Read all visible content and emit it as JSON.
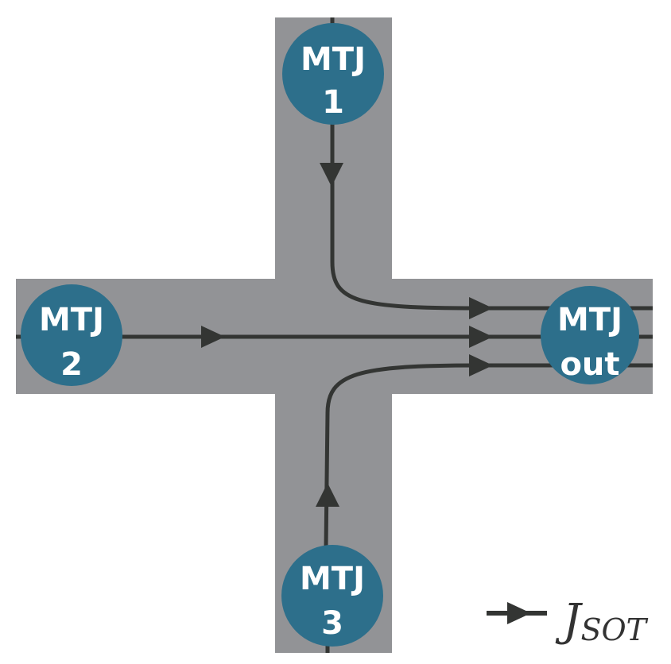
{
  "colors": {
    "channel": "#929396",
    "node": "#2d6f8b",
    "wire": "#333533",
    "text_on_node": "#ffffff",
    "background": "#ffffff"
  },
  "nodes": {
    "mtj1": {
      "line1": "MTJ",
      "line2": "1"
    },
    "mtj2": {
      "line1": "MTJ",
      "line2": "2"
    },
    "mtj3": {
      "line1": "MTJ",
      "line2": "3"
    },
    "mtj_out": {
      "line1": "MTJ",
      "line2": "out"
    }
  },
  "legend": {
    "symbol": "J",
    "subscript": "SOT"
  }
}
